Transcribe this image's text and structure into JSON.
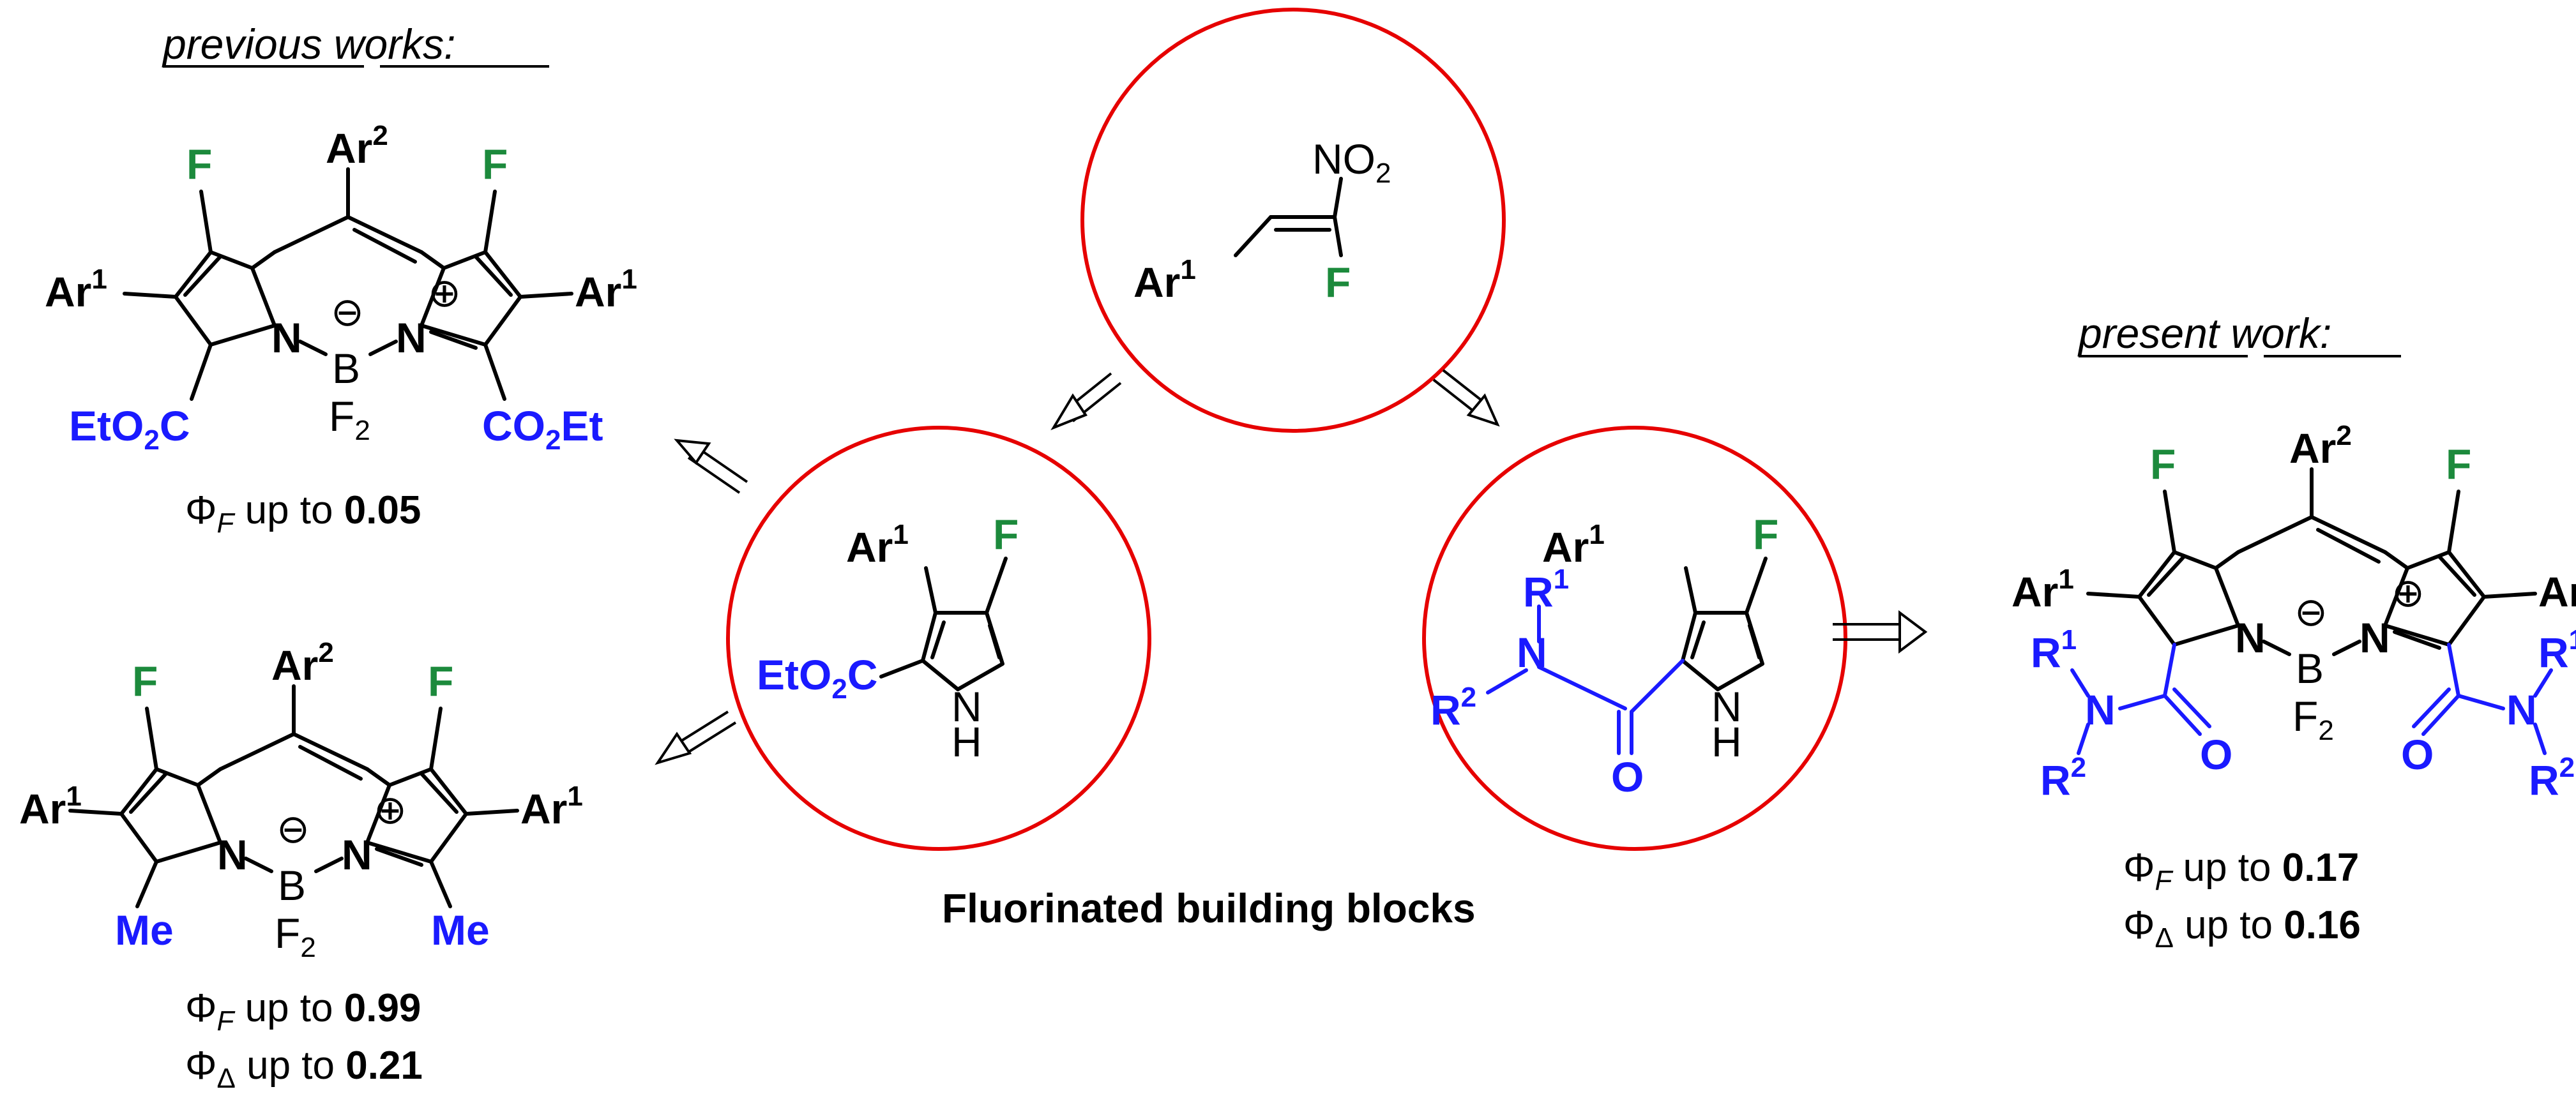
{
  "figure": {
    "header_previous_word1": "previous",
    "header_previous_word2": "works:",
    "header_present_word1": "present",
    "header_present_word2": "work:",
    "caption": "Fluorinated building blocks"
  },
  "labels": {
    "F": "F",
    "Ar": "Ar",
    "sup1": "1",
    "sup2": "2",
    "R": "R",
    "N": "N",
    "B": "B",
    "H": "H",
    "O": "O",
    "F2_base": "F",
    "F2_sub": "2",
    "NO2_base": "NO",
    "NO2_sub": "2",
    "EtO2C_a": "EtO",
    "EtO2C_sub": "2",
    "EtO2C_b": "C",
    "CO2Et_a": "CO",
    "CO2Et_sub": "2",
    "CO2Et_b": "Et",
    "Me": "Me",
    "minus": "⊖",
    "plus": "⊕"
  },
  "quantum_yields": {
    "phi": "Φ",
    "sub_F": "F",
    "sub_Delta": "Δ",
    "up_to": "up to",
    "compound1_F": "0.05",
    "compound2_F": "0.99",
    "compound2_Delta": "0.21",
    "present_F": "0.17",
    "present_Delta": "0.16"
  },
  "colors": {
    "ring": "#e60000",
    "fluorine": "#1c8a3c",
    "substituent_blue": "#1a1aff",
    "bonds": "#000000"
  }
}
